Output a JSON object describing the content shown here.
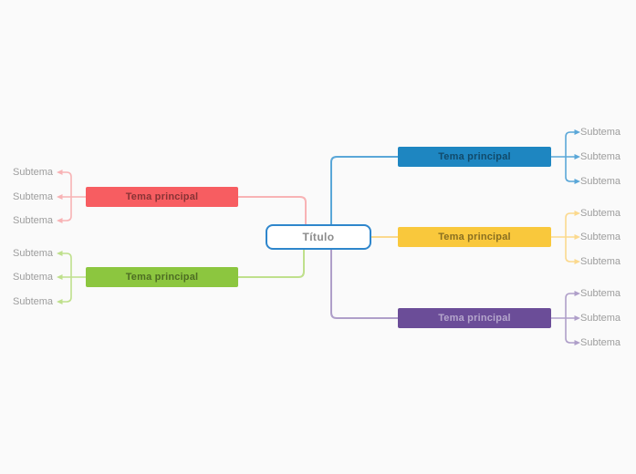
{
  "canvas": {
    "background": "#fafafa"
  },
  "root": {
    "label": "Título",
    "fill": "#ffffff",
    "border_color": "#2e86cc",
    "text_color": "#8b8b8b"
  },
  "subtopic_text_color": "#9d9d9d",
  "branches": [
    {
      "name": "red",
      "side": "left",
      "label": "Tema principal",
      "color": "#f75d61",
      "line_color": "#f8b3b5",
      "text_color": "#883335",
      "subtopics": [
        "Subtema",
        "Subtema",
        "Subtema"
      ]
    },
    {
      "name": "green",
      "side": "left",
      "label": "Tema principal",
      "color": "#8cc63f",
      "line_color": "#bfe08c",
      "text_color": "#4d6d23",
      "subtopics": [
        "Subtema",
        "Subtema",
        "Subtema"
      ]
    },
    {
      "name": "blue",
      "side": "right",
      "label": "Tema principal",
      "color": "#1e86c1",
      "line_color": "#5aa7d8",
      "text_color": "#114a6a",
      "subtopics": [
        "Subtema",
        "Subtema",
        "Subtema"
      ]
    },
    {
      "name": "yellow",
      "side": "right",
      "label": "Tema principal",
      "color": "#f9c83c",
      "line_color": "#fbd98e",
      "text_color": "#896f21",
      "subtopics": [
        "Subtema",
        "Subtema",
        "Subtema"
      ]
    },
    {
      "name": "purple",
      "side": "right",
      "label": "Tema principal",
      "color": "#6b4d98",
      "line_color": "#af9fc9",
      "text_color": "#b5a6cc",
      "subtopics": [
        "Subtema",
        "Subtema",
        "Subtema"
      ]
    }
  ]
}
